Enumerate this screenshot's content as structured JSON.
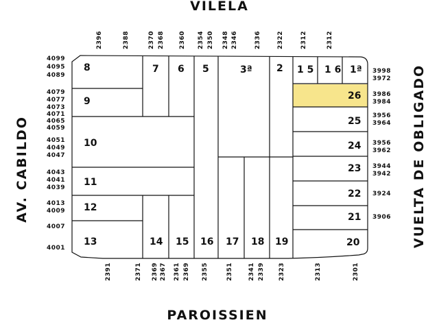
{
  "streets": {
    "top": "VILELA",
    "bottom": "PAROISSIEN",
    "left": "AV. CABILDO",
    "right": "VUELTA DE OBLIGADO"
  },
  "highlight_color": "#f7e58c",
  "lots": {
    "l8": "8",
    "l7": "7",
    "l6": "6",
    "l5": "5",
    "l3a": "3ª",
    "l2": "2",
    "l15": "1 5",
    "l16": "1 6",
    "l1a": "1ª",
    "l26": "26",
    "l25": "25",
    "l24": "24",
    "l23": "23",
    "l22": "22",
    "l21": "21",
    "l20": "20",
    "l9": "9",
    "l10": "10",
    "l11": "11",
    "l12": "12",
    "l13": "13",
    "l14": "14",
    "l15b": "15",
    "l16b": "16",
    "l17": "17",
    "l18": "18",
    "l19": "19"
  },
  "addresses": {
    "top": {
      "a1": "2396",
      "a2": "2388",
      "a3": "2370",
      "a4": "2368",
      "a5": "2360",
      "a6": "2354",
      "a7": "2350",
      "a8": "2348",
      "a9": "2346",
      "a10": "2336",
      "a11": "2322",
      "a12": "2312",
      "a13": "2312"
    },
    "bottom": {
      "b1": "2391",
      "b2": "2371",
      "b3": "2369",
      "b4": "2367",
      "b5": "2361",
      "b6": "2369",
      "b7": "2355",
      "b8": "2351",
      "b9": "2341",
      "b10": "2339",
      "b11": "2323",
      "b12": "2313",
      "b13": "2301"
    },
    "left": {
      "c1": "4099",
      "c2": "4095",
      "c3": "4089",
      "c4": "4079",
      "c5": "4077",
      "c6": "4073",
      "c7": "4071",
      "c8": "4065",
      "c9": "4059",
      "c10": "4051",
      "c11": "4049",
      "c12": "4047",
      "c13": "4043",
      "c14": "4041",
      "c15": "4039",
      "c16": "4013",
      "c17": "4009",
      "c18": "4007",
      "c19": "4001"
    },
    "right": {
      "d1": "3998",
      "d2": "3972",
      "d3": "3986",
      "d4": "3984",
      "d5": "3956",
      "d6": "3964",
      "d7": "3956",
      "d8": "3962",
      "d9": "3944",
      "d10": "3942",
      "d11": "3924",
      "d12": "3906"
    }
  }
}
